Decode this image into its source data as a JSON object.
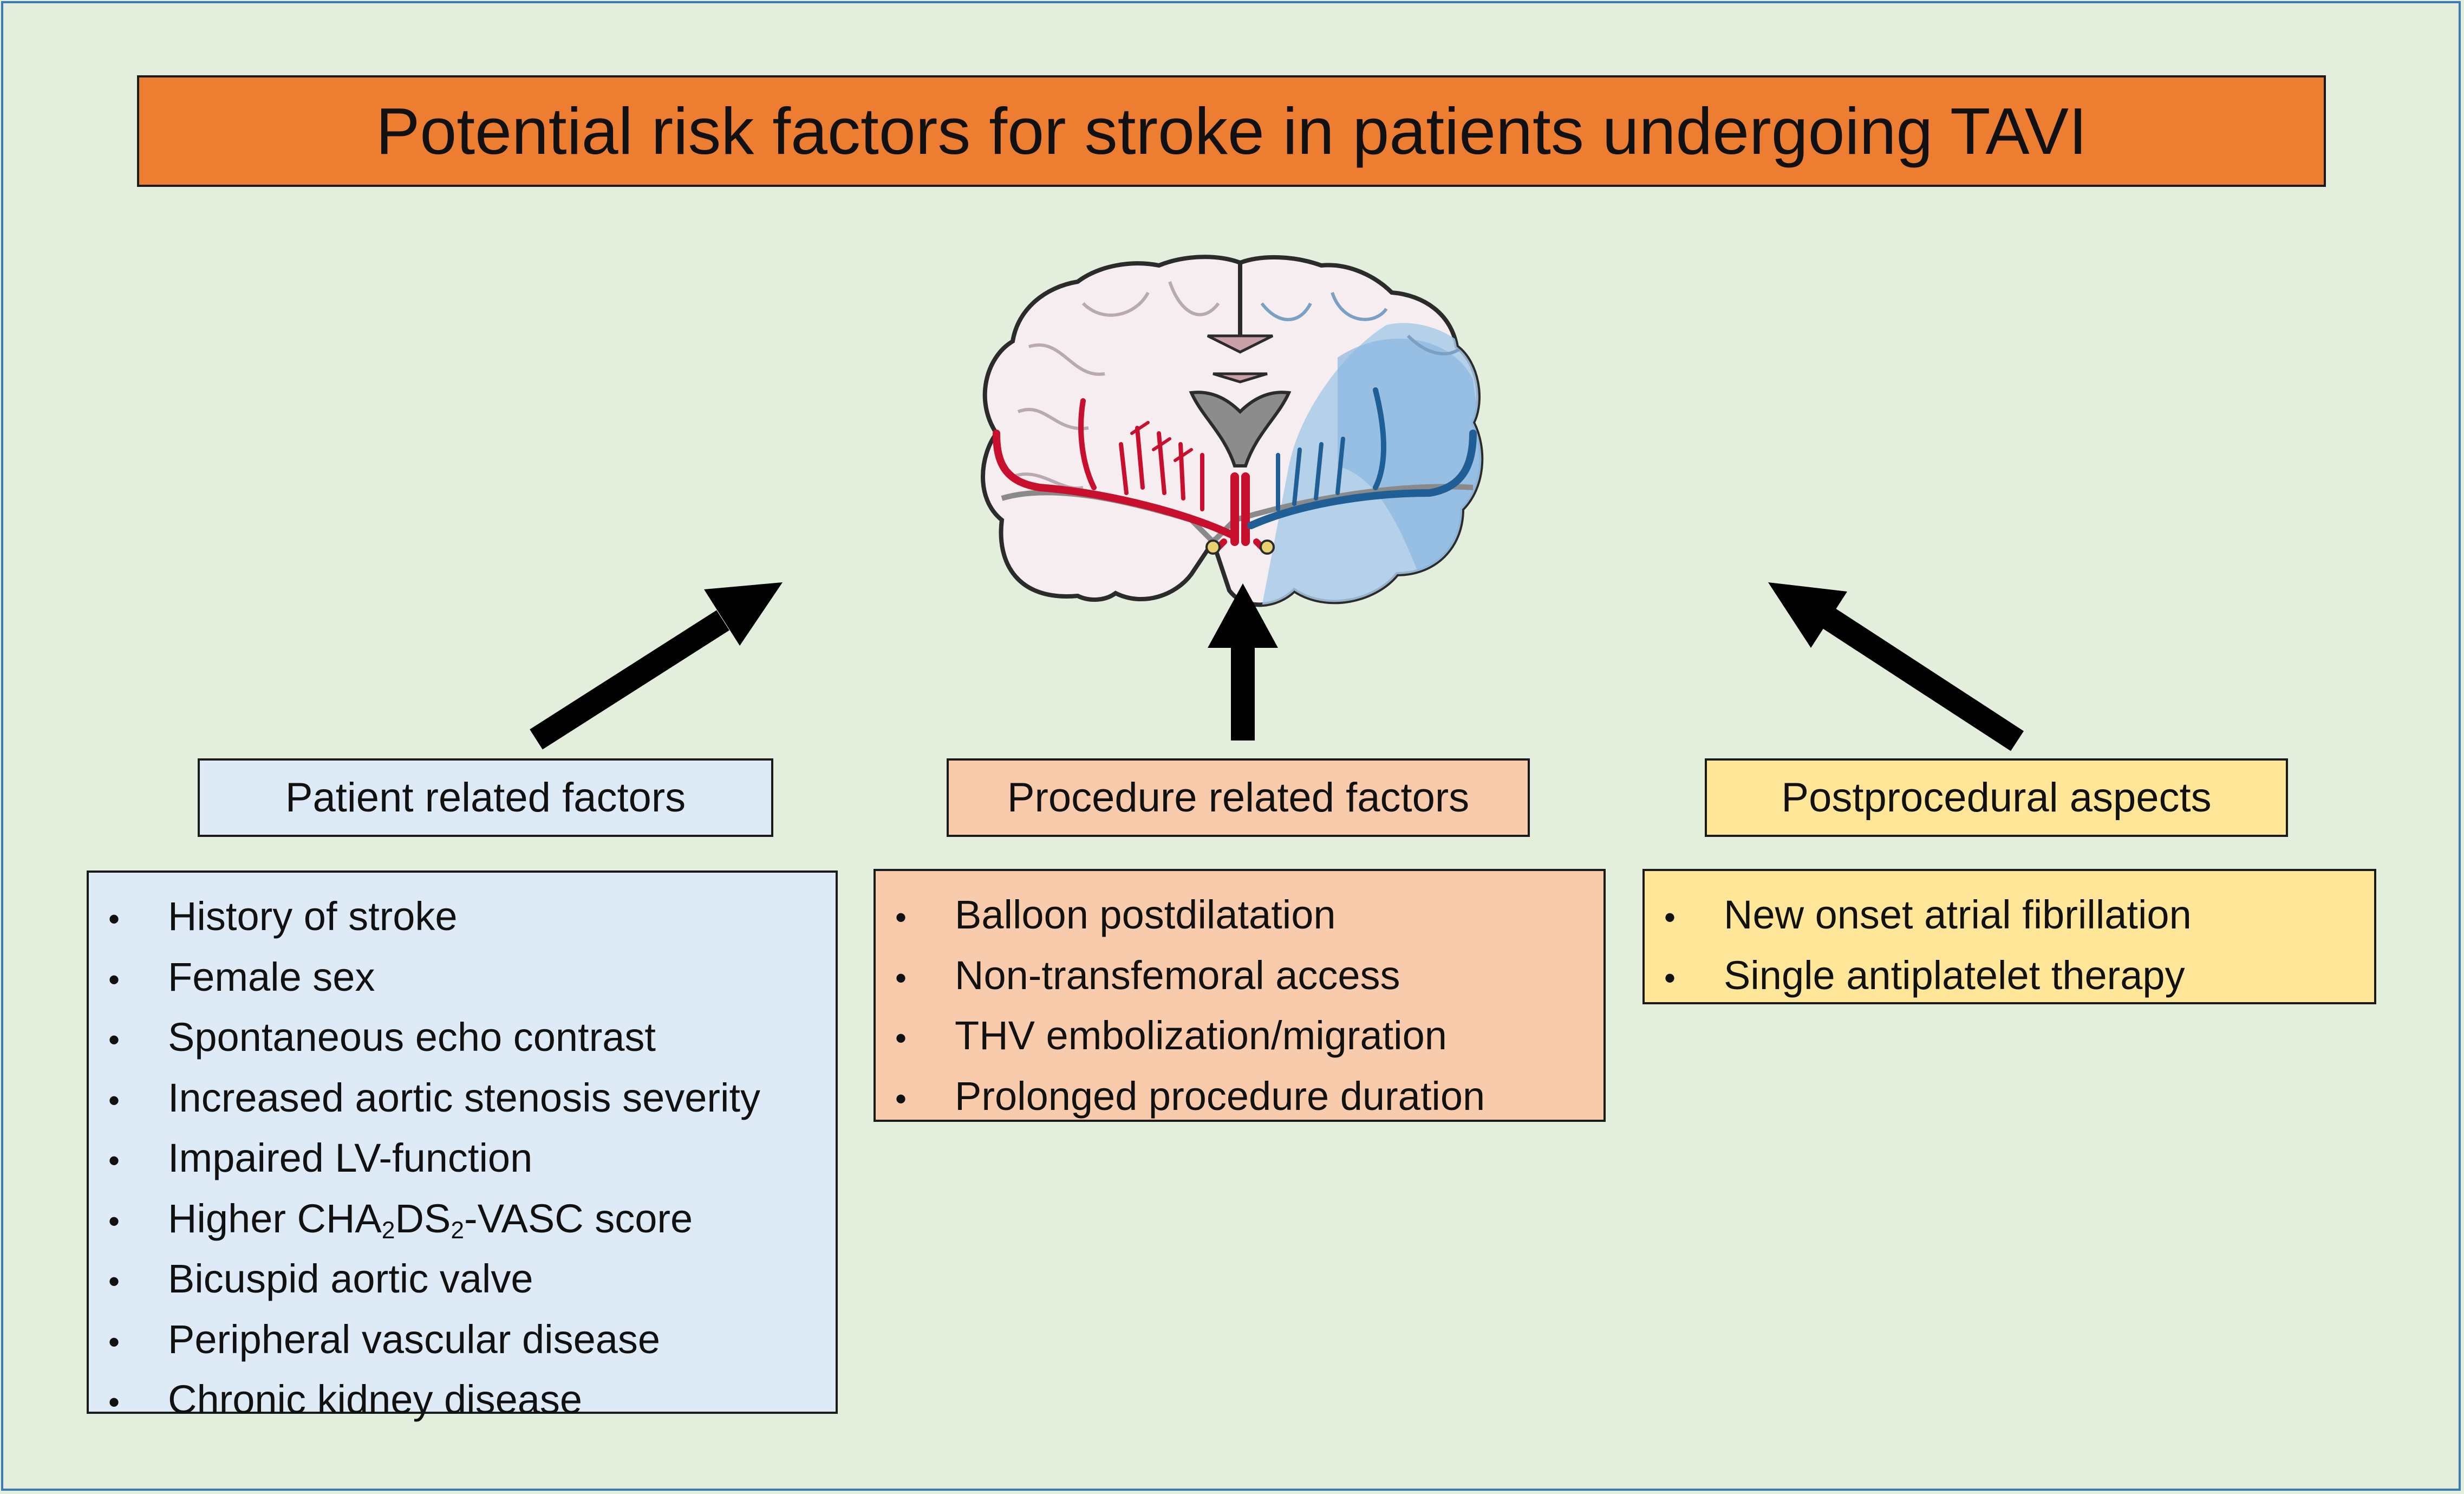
{
  "title": "Potential risk factors for stroke in patients undergoing TAVI",
  "colors": {
    "background": "#e3eedc",
    "title_fill": "#ed7d31",
    "patient_fill": "#deebf7",
    "procedure_fill": "#f8cbad",
    "postprocedural_fill": "#ffe699",
    "artery_red": "#c8102e",
    "ischemic_blue": "#1f6fa8"
  },
  "center_image": {
    "icon": "brain-coronal-section-icon"
  },
  "groups": {
    "patient": {
      "header": "Patient related factors",
      "items": [
        {
          "pre": "History of stroke",
          "s1": "",
          "mid": "",
          "s2": "",
          "post": ""
        },
        {
          "pre": "Female sex",
          "s1": "",
          "mid": "",
          "s2": "",
          "post": ""
        },
        {
          "pre": "Spontaneous echo contrast",
          "s1": "",
          "mid": "",
          "s2": "",
          "post": ""
        },
        {
          "pre": "Increased aortic stenosis severity",
          "s1": "",
          "mid": "",
          "s2": "",
          "post": ""
        },
        {
          "pre": "Impaired LV-function",
          "s1": "",
          "mid": "",
          "s2": "",
          "post": ""
        },
        {
          "pre": "Higher CHA",
          "s1": "2",
          "mid": "DS",
          "s2": "2",
          "post": "-VASC score"
        },
        {
          "pre": "Bicuspid aortic valve",
          "s1": "",
          "mid": "",
          "s2": "",
          "post": ""
        },
        {
          "pre": "Peripheral vascular disease",
          "s1": "",
          "mid": "",
          "s2": "",
          "post": ""
        },
        {
          "pre": "Chronic kidney disease",
          "s1": "",
          "mid": "",
          "s2": "",
          "post": ""
        }
      ]
    },
    "procedure": {
      "header": "Procedure related factors",
      "items": [
        "Balloon postdilatation",
        "Non-transfemoral access",
        "THV embolization/migration",
        "Prolonged procedure duration"
      ]
    },
    "postprocedural": {
      "header": "Postprocedural aspects",
      "items": [
        "New onset atrial fibrillation",
        "Single antiplatelet therapy"
      ]
    }
  },
  "bullet_symbol": "•"
}
